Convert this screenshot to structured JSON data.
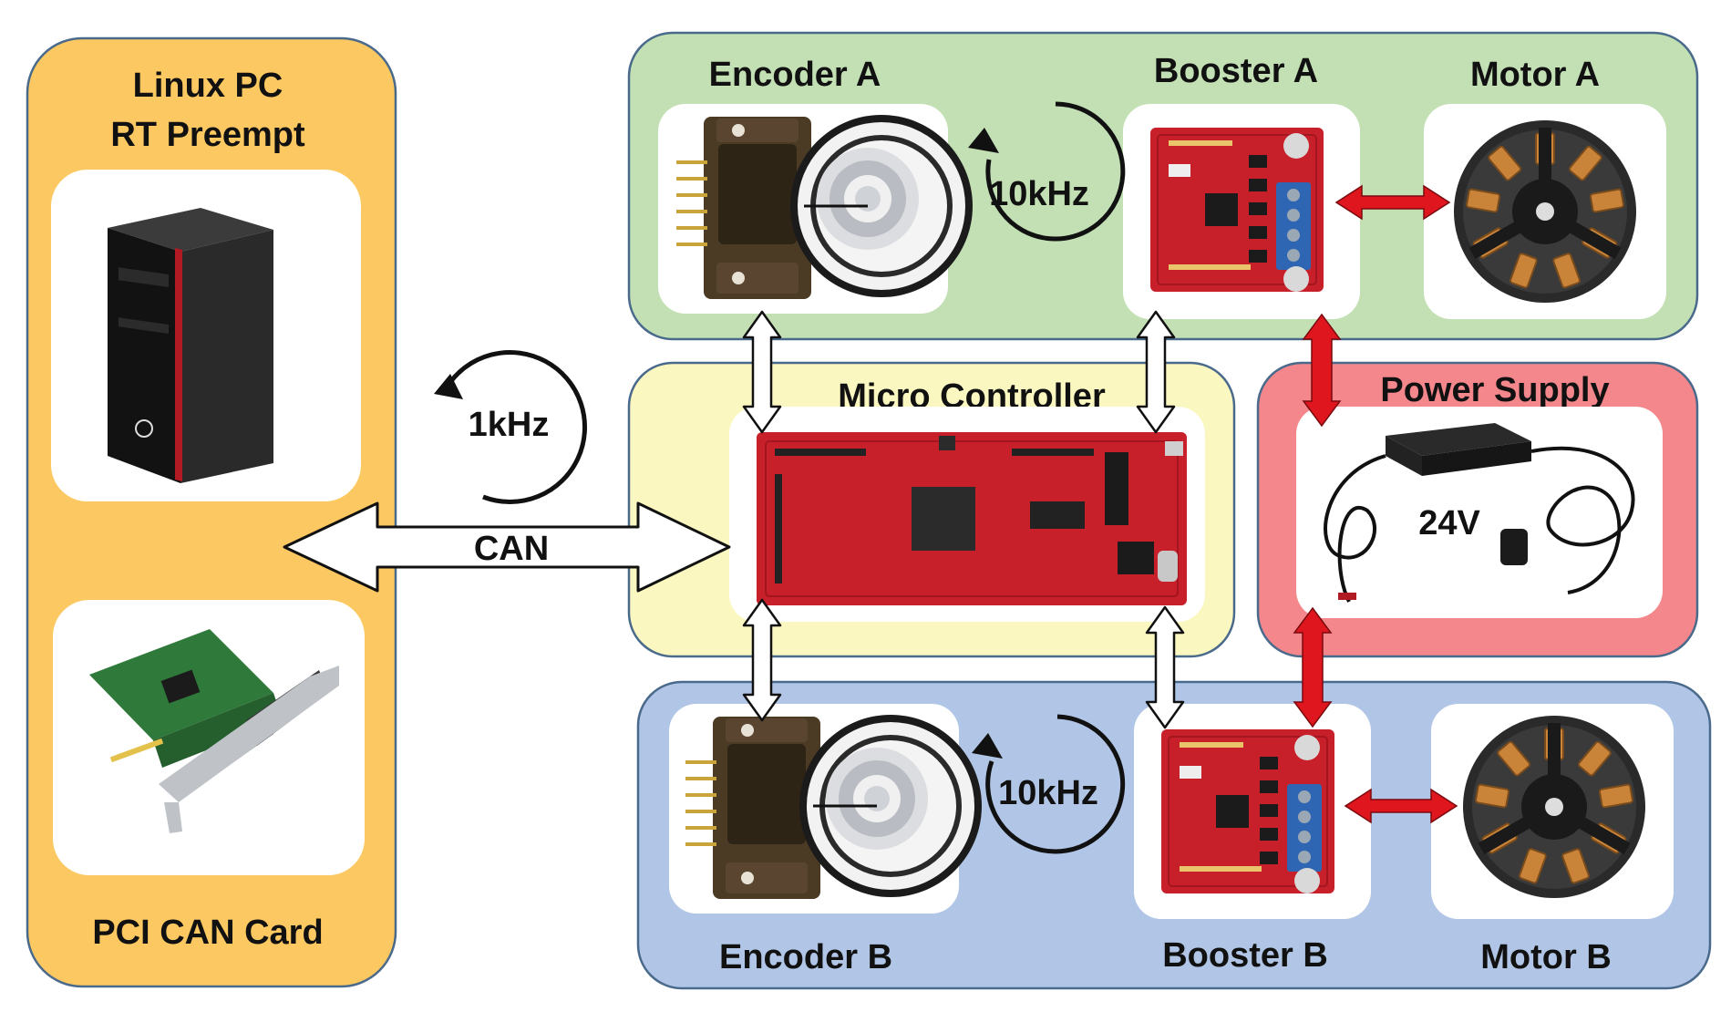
{
  "colors": {
    "pc_panel": "#fcc861",
    "encoder_a_panel": "#c3e0b4",
    "controller_panel": "#fbf7c0",
    "power_panel": "#f4878c",
    "encoder_b_panel": "#b1c6e6",
    "panel_border": "#4a6a8c",
    "power_arrow": "#e0161e",
    "pcb_red": "#c8202a"
  },
  "pc": {
    "title_line1": "Linux PC",
    "title_line2": "RT Preempt",
    "card_label": "PCI CAN Card"
  },
  "top": {
    "encoder_label": "Encoder A",
    "booster_label": "Booster A",
    "motor_label": "Motor A",
    "loop_rate": "10kHz"
  },
  "controller": {
    "title": "Micro Controller",
    "bus_label": "CAN",
    "loop_rate": "1kHz"
  },
  "power": {
    "title": "Power Supply",
    "voltage": "24V"
  },
  "bottom": {
    "encoder_label": "Encoder B",
    "booster_label": "Booster B",
    "motor_label": "Motor B",
    "loop_rate": "10kHz"
  },
  "icons": [
    "desktop-tower-icon",
    "pci-card-icon",
    "encoder-icon",
    "booster-board-icon",
    "motor-icon",
    "microcontroller-board-icon",
    "power-adapter-icon",
    "loop-arrow-icon"
  ]
}
